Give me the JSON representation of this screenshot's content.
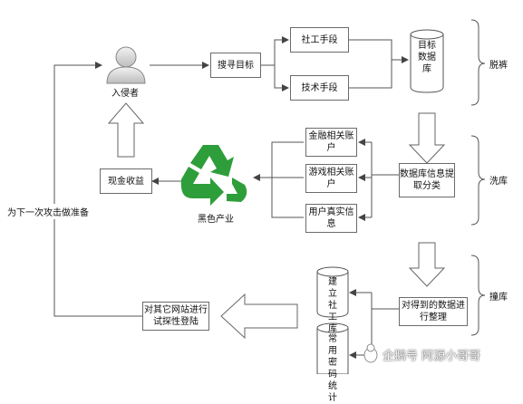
{
  "nodes": {
    "intruder": "入侵者",
    "search_target": "搜寻目标",
    "social_eng": "社工手段",
    "tech_means": "技术手段",
    "target_db": "目标数据库",
    "finance_acct": "金融相关账户",
    "game_acct": "游戏相关账户",
    "user_info": "用户真实信息",
    "db_extract": "数据库信息提取分类",
    "cash_gain": "现金收益",
    "black_industry": "黑色产业",
    "prepare_next": "为下一次攻击做准备",
    "organize_data": "对得到的数据进行整理",
    "build_social_db": "建立社工库",
    "common_pwd_stats": "常用密码统计",
    "probe_login": "对其它网站进行试探性登陆"
  },
  "stages": {
    "stage1": "脱裤",
    "stage2": "洗库",
    "stage3": "撞库"
  },
  "watermark": "企鹅号 阿源小哥哥",
  "colors": {
    "line": "#555555",
    "box_border": "#6b6b6b",
    "arrow_fill": "#ffffff",
    "recycle_green": "#2e9e3a"
  }
}
